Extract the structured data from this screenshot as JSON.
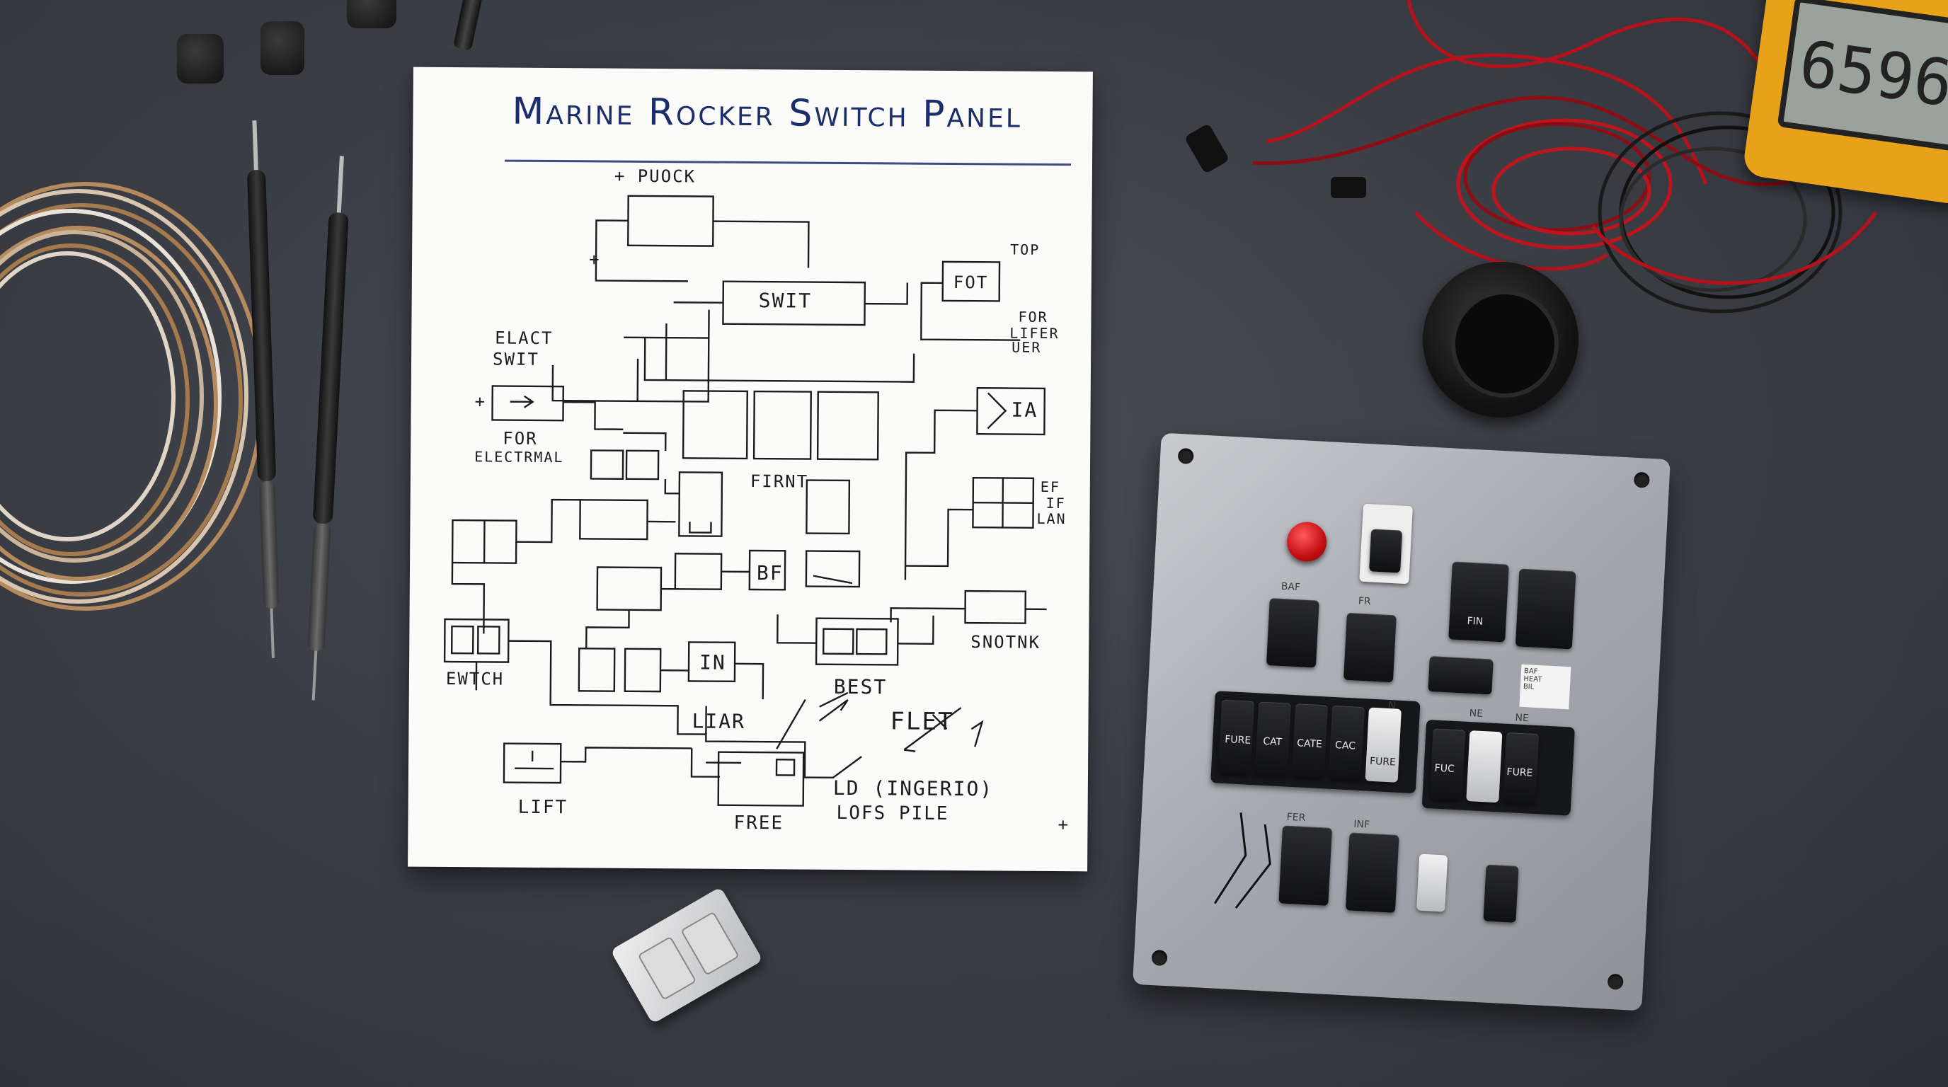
{
  "paper": {
    "title": "Marine Rocker Switch Panel",
    "labels": {
      "plus_puock": "+  PUOCK",
      "plus_left": "+",
      "top": "TOP",
      "fot": "FOT",
      "swit": "SWIT",
      "for_lifer_uer_1": "FOR",
      "for_lifer_uer_2": "LIFER",
      "for_lifer_uer_3": "UER",
      "elact": "ELACT",
      "swit_small": "SWIT",
      "plus_mid": "+",
      "for_electrmal_1": "FOR",
      "for_electrmal_2": "ELECTRMAL",
      "ia": "IA",
      "firnt": "FIRNT",
      "ef": "EF",
      "if": "IF",
      "lan": "LAN",
      "bf": "BF",
      "snotnk": "SNOTNK",
      "ewtch": "EWTCH",
      "in": "IN",
      "best": "BEST",
      "liar": "LIAR",
      "flet": "FLET",
      "ld_cingerio": "LD (INGERIO)",
      "lofs_pile": "LOFS PILE",
      "lift": "LIFT",
      "free": "FREE",
      "star": "+"
    }
  },
  "panel": {
    "labels": [
      "BAF",
      "FR",
      "FIN",
      "FER",
      "INF",
      "NE",
      "NE",
      "N"
    ],
    "rocker_labels": [
      "FURE",
      "CAT",
      "CATE",
      "CAC",
      "FURE",
      "FUC",
      "FURE"
    ],
    "sticker": "BAF\nHEAT\nBIL"
  },
  "meter": {
    "display": "6596"
  },
  "colors": {
    "desk": "#3a3c43",
    "ink_title": "#1b2d6b",
    "ink": "#1b1b1b",
    "panel_metal": "#b0b3b8",
    "switch_black": "#141518",
    "red_button": "#d0141a",
    "wire_red": "#b5121b",
    "wire_copper": "#b58a5e",
    "meter_yellow": "#e8a21a"
  }
}
